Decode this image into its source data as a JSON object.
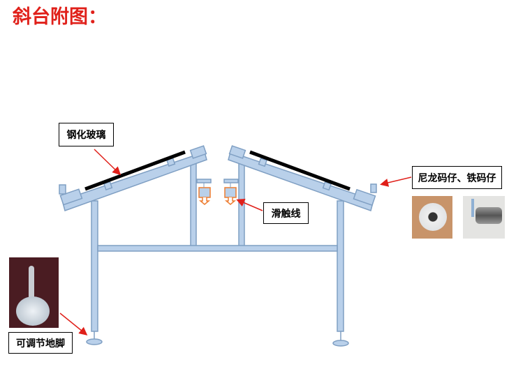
{
  "title": "斜台附图：",
  "labels": {
    "glass": "钢化玻璃",
    "trolley_line": "滑触线",
    "weights": "尼龙码仔、铁码仔",
    "foot": "可调节地脚"
  },
  "colors": {
    "frame_fill": "#b9d0ea",
    "frame_stroke": "#7f9fc3",
    "arrow": "#e0201a",
    "hanger": "#ed7d31",
    "title": "#e0201a"
  }
}
